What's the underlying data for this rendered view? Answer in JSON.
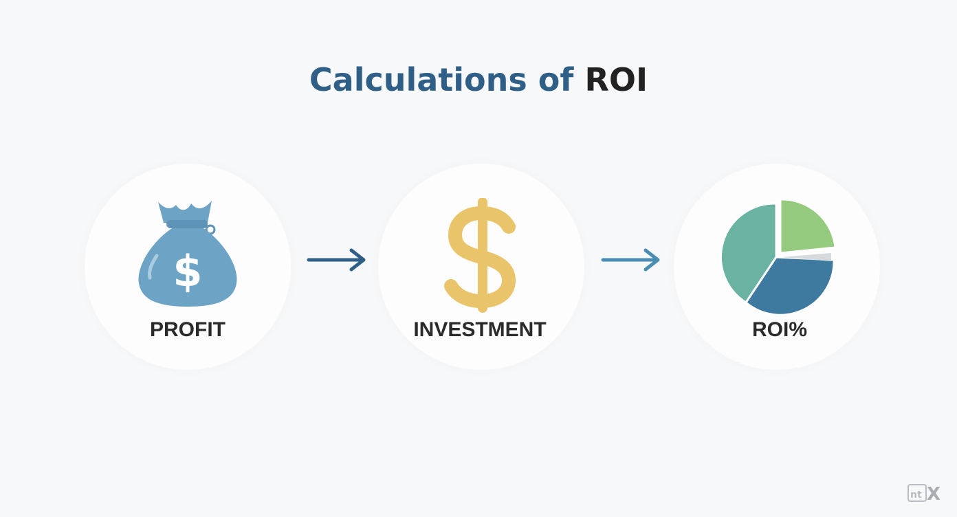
{
  "title": {
    "part1": "Calculations of",
    "part2": "ROI"
  },
  "steps": [
    {
      "label": "PROFIT",
      "icon": "money-bag-icon"
    },
    {
      "label": "INVESTMENT",
      "icon": "dollar-sign-icon"
    },
    {
      "label": "ROI%",
      "icon": "pie-chart-icon"
    }
  ],
  "watermark": {
    "text": "ntX"
  },
  "colors": {
    "background": "#f7f8f9",
    "title_primary": "#2f5f86",
    "title_secondary": "#222222",
    "bag": "#6da4c6",
    "dollar": "#e9c46a",
    "arrow1": "#2f5f86",
    "arrow2": "#4a8db3",
    "pie_teal": "#6ab2a2",
    "pie_green": "#95cb7e",
    "pie_blue": "#3e7aa0",
    "pie_gray": "#d6dadd"
  }
}
